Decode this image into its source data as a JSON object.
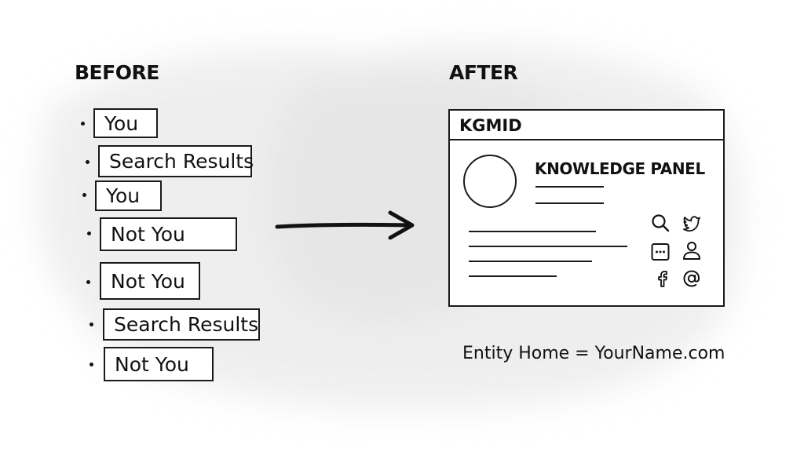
{
  "before": {
    "heading": "BEFORE",
    "items": [
      {
        "label": "You"
      },
      {
        "label": "Search Results"
      },
      {
        "label": "You"
      },
      {
        "label": "Not You"
      },
      {
        "label": "Not You"
      },
      {
        "label": "Search Results"
      },
      {
        "label": "Not You"
      }
    ]
  },
  "after": {
    "heading": "AFTER",
    "panel": {
      "header": "KGMID",
      "title": "KNOWLEDGE PANEL",
      "icons": [
        "search-icon",
        "twitter-bird-icon",
        "chat-icon",
        "user-icon",
        "facebook-icon",
        "at-sign-icon"
      ]
    },
    "footer": "Entity Home = YourName.com"
  }
}
